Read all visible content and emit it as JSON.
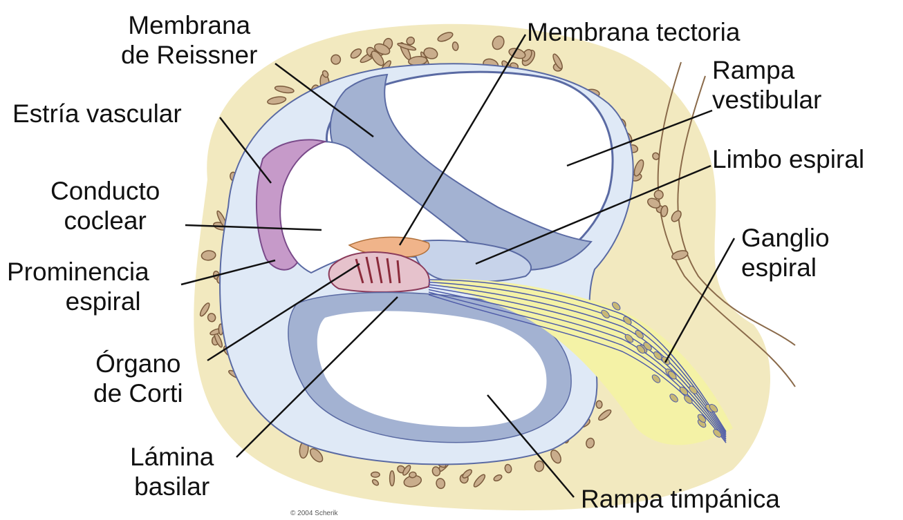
{
  "labels": {
    "membrana_reissner": [
      "Membrana",
      "de Reissner"
    ],
    "estria_vascular": [
      "Estría vascular"
    ],
    "conducto_coclear": [
      "Conducto",
      "coclear"
    ],
    "prominencia_espiral": [
      "Prominencia",
      "espiral"
    ],
    "organo_corti": [
      "Órgano",
      "de Corti"
    ],
    "lamina_basilar": [
      "Lámina",
      "basilar"
    ],
    "membrana_tectoria": [
      "Membrana tectoria"
    ],
    "rampa_vestibular": [
      "Rampa",
      "vestibular"
    ],
    "limbo_espiral": [
      "Limbo espiral"
    ],
    "ganglio_espiral": [
      "Ganglio",
      "espiral"
    ],
    "rampa_timpanica": [
      "Rampa timpánica"
    ]
  },
  "copyright": "© 2004 Scherik",
  "colors": {
    "bone": "#f2e9bf",
    "bone_pore": "#c9ad8c",
    "bone_pore_edge": "#7a5a3c",
    "fluid_blue": "#dfe9f6",
    "tissue_blue": "#a3b2d2",
    "tissue_edge": "#5a6aa3",
    "cell_pink": "#c69ac9",
    "tectorial": "#f0b48a",
    "nerve_yellow": "#f4f2a6",
    "nerve_line": "#4d5aa8",
    "leader": "#111111"
  }
}
